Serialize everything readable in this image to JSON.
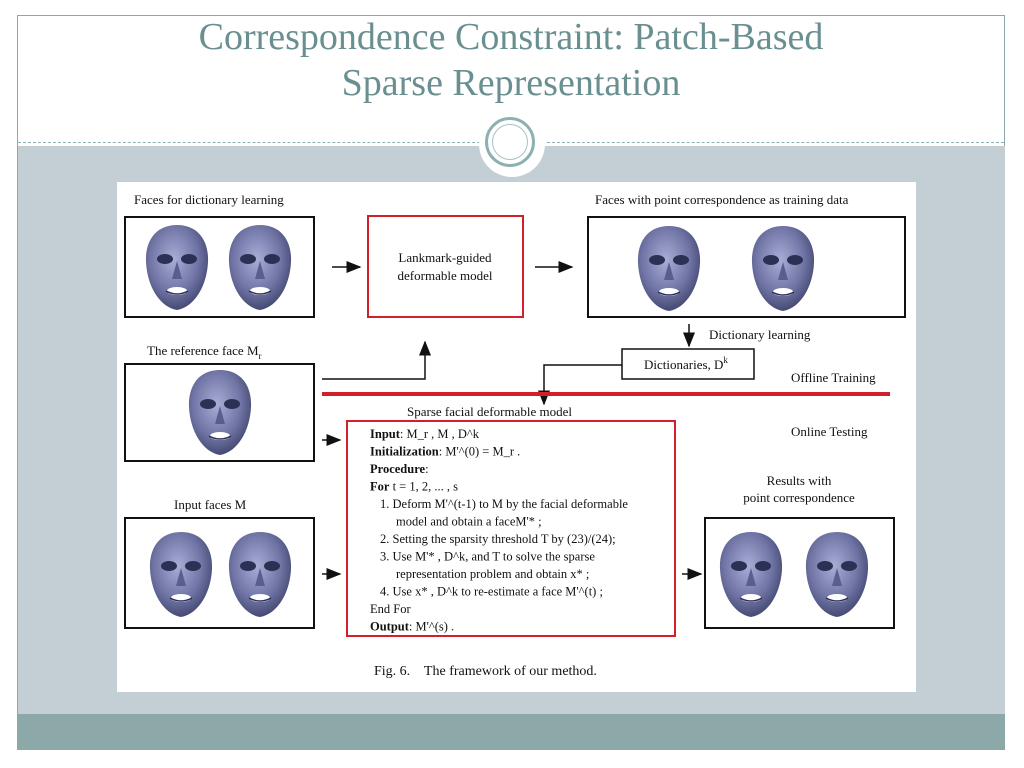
{
  "slide": {
    "title_line1": "Correspondence Constraint: Patch-Based",
    "title_line2": "Sparse Representation"
  },
  "figure": {
    "faces_dictionary_label": "Faces for dictionary learning",
    "landmark_box_line1": "Lankmark-guided",
    "landmark_box_line2": "deformable model",
    "faces_correspondence_label": "Faces with point correspondence as training data",
    "dictionary_learning_label": "Dictionary learning",
    "reference_face_label": "The reference face M",
    "reference_face_sub": "r",
    "dictionaries_label": "Dictionaries, D",
    "dictionaries_sup": "k",
    "offline_training_label": "Offline Training",
    "online_testing_label": "Online Testing",
    "sparse_model_label": "Sparse facial deformable model",
    "input_faces_label": "Input faces M",
    "results_label_line1": "Results with",
    "results_label_line2": "point correspondence",
    "caption": "Fig. 6.    The framework of our method.",
    "algorithm": [
      {
        "bold": "Input",
        "text": ":  M_r , M , D^k"
      },
      {
        "bold": "Initialization",
        "text": ": M'^(0) = M_r ."
      },
      {
        "bold": "Procedure",
        "text": ":"
      },
      {
        "bold": "For",
        "text": "  t = 1, 2, ... , s"
      },
      {
        "bold": "",
        "text": "1. Deform M'^(t-1) to M by the facial deformable"
      },
      {
        "bold": "",
        "text": "model and obtain a faceM'* ;"
      },
      {
        "bold": "",
        "text": "2. Setting the sparsity threshold T by (23)/(24);"
      },
      {
        "bold": "",
        "text": "3. Use M'* , D^k, and T to solve the sparse"
      },
      {
        "bold": "",
        "text": "representation problem and obtain x* ;"
      },
      {
        "bold": "",
        "text": "4. Use x* , D^k to re-estimate a face M'^(t) ;"
      },
      {
        "bold": "",
        "text": "End For"
      },
      {
        "bold": "Output",
        "text": ": M'^(s) ."
      }
    ]
  },
  "colors": {
    "title": "#6a8f91",
    "band": "#c3cfd5",
    "footer": "#8ca8a9",
    "red_box": "#d2202a",
    "face": "#7a7fae"
  }
}
